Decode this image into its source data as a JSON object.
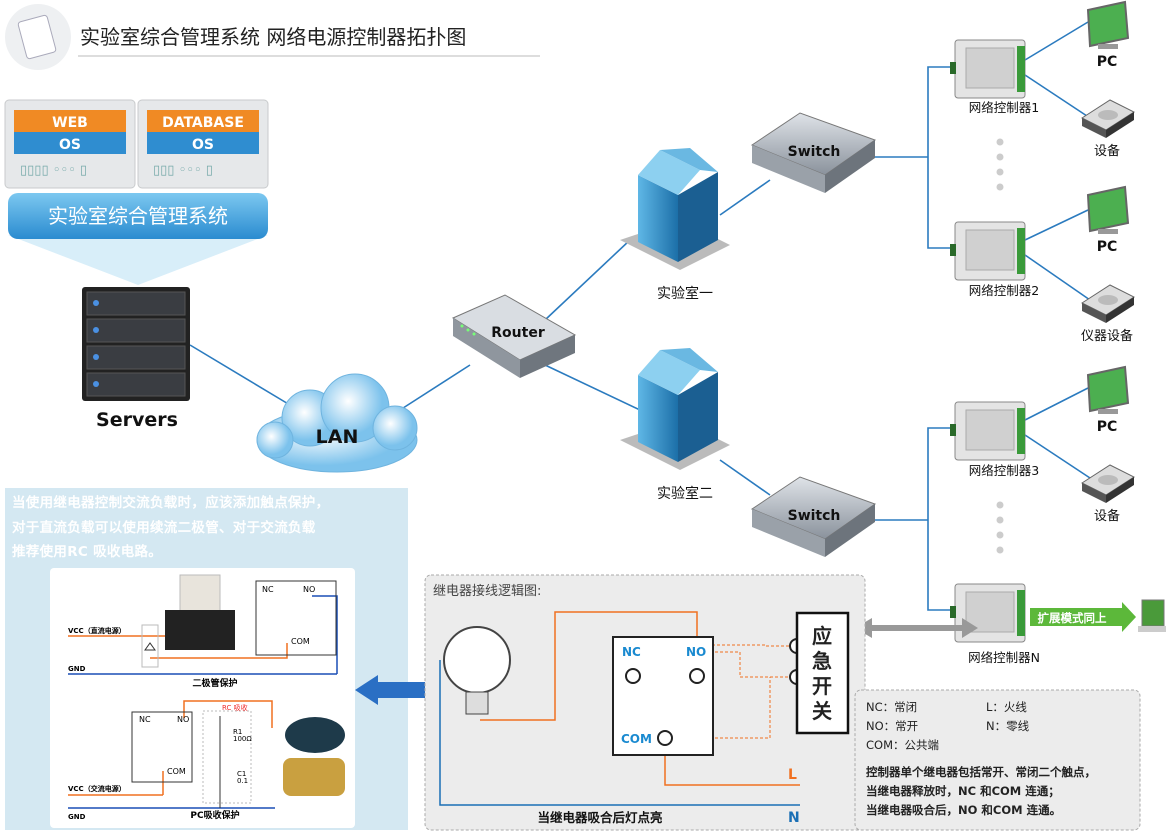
{
  "header": {
    "title": "实验室综合管理系统  网络电源控制器拓扑图",
    "icon": "document-scroll-icon"
  },
  "stack": {
    "web": {
      "top": "WEB",
      "middle": "OS"
    },
    "database": {
      "top": "DATABASE",
      "middle": "OS"
    },
    "system_label": "实验室综合管理系统"
  },
  "nodes": {
    "servers": "Servers",
    "lan": "LAN",
    "router": "Router",
    "lab1": "实验室一",
    "lab2": "实验室二",
    "switch1": "Switch",
    "switch2": "Switch",
    "controller1": "网络控制器1",
    "controller2": "网络控制器2",
    "controller3": "网络控制器3",
    "controllerN": "网络控制器N",
    "pc1": "PC",
    "device1": "设备",
    "pc2": "PC",
    "device2": "仪器设备",
    "pc3": "PC",
    "device3": "设备",
    "expand": "扩展模式同上"
  },
  "protection_panel": {
    "lines": [
      "当使用继电器控制交流负载时，应该添加触点保护，",
      "对于直流负载可以使用续流二极管、对于交流负载",
      "推荐使用RC 吸收电路。"
    ],
    "diode": {
      "vcc": "VCC（直流电源）",
      "gnd": "GND",
      "nc": "NC",
      "no": "NO",
      "com": "COM",
      "caption": "二极管保护"
    },
    "rc": {
      "vcc": "VCC（交流电源）",
      "gnd": "GND",
      "nc": "NC",
      "no": "NO",
      "com": "COM",
      "rc_label": "RC 吸收",
      "r": "R1",
      "r_val": "100Ω",
      "c": "C1",
      "c_val": "0.1",
      "caption": "PC吸收保护"
    }
  },
  "relay_panel": {
    "title": "继电器接线逻辑图:",
    "nc": "NC",
    "no": "NO",
    "com": "COM",
    "switch_label": [
      "应",
      "急",
      "开",
      "关"
    ],
    "l": "L",
    "n": "N",
    "caption": "当继电器吸合后灯点亮"
  },
  "legend": {
    "nc": "NC：常闭",
    "l": "L：火线",
    "no": "NO：常开",
    "n": "N：零线",
    "com": "COM：公共端",
    "notes": [
      "控制器单个继电器包括常开、常闭二个触点，",
      "当继电器释放时，NC 和COM 连通；",
      "当继电器吸合后，NO 和COM 连通。"
    ]
  },
  "colors": {
    "link": "#2b7bbf",
    "orange": "#f07020",
    "accent_blue": "#1a6fb5",
    "panel_bg": "#d4e8f2"
  }
}
